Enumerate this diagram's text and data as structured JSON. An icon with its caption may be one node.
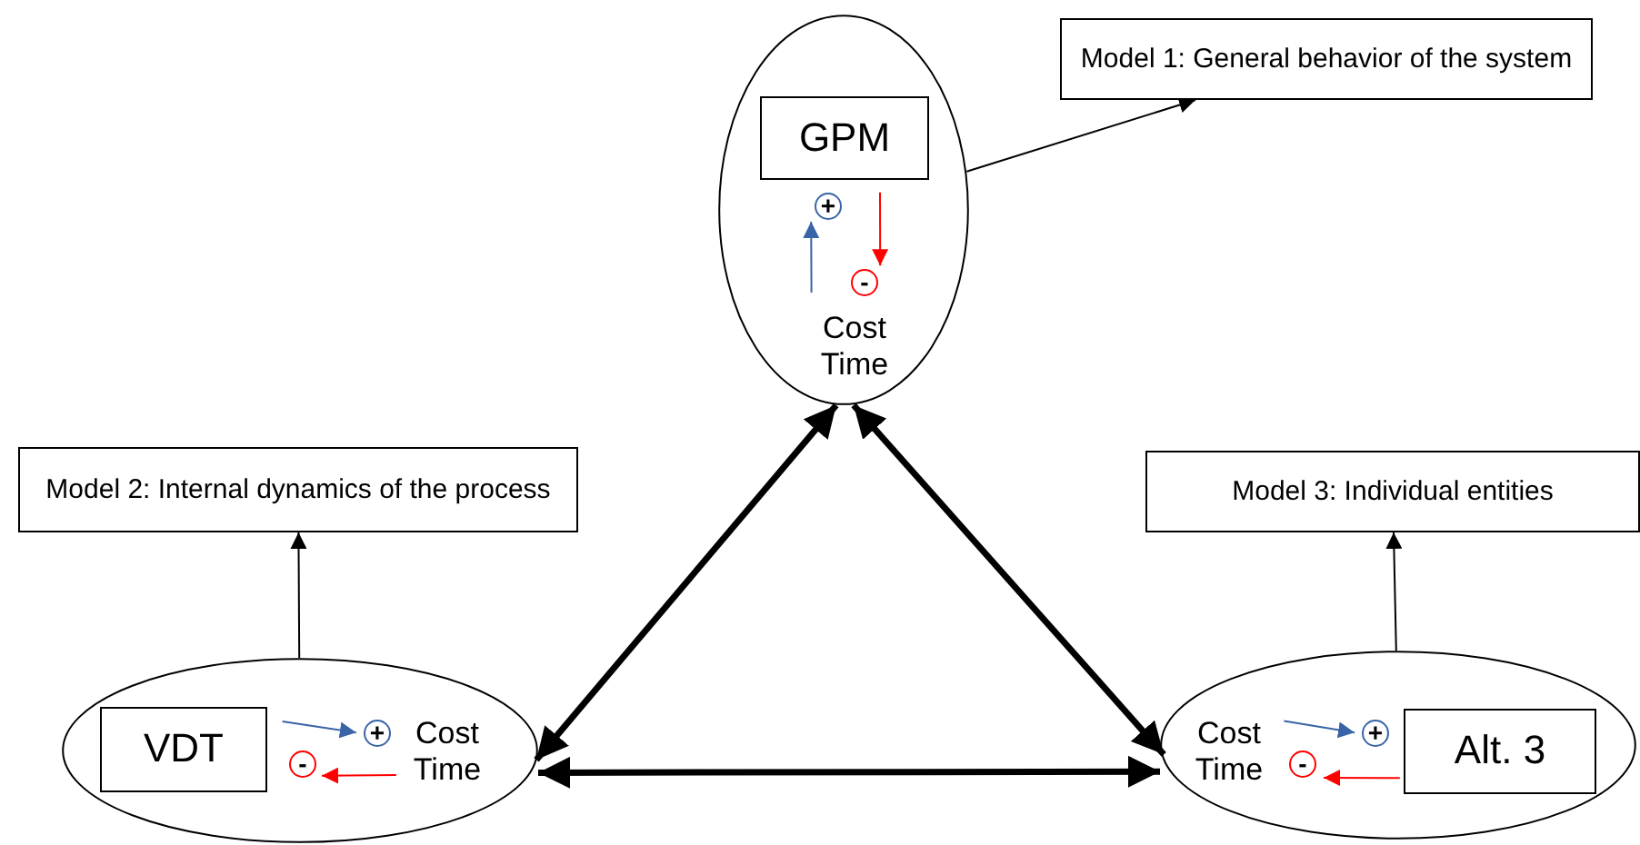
{
  "diagram": {
    "nodes": [
      {
        "text": [],
        "shape": "ellipse"
      },
      {
        "text": [
          "GPM"
        ],
        "in": 0
      },
      {
        "text": [
          "+"
        ],
        "in": 0
      },
      {
        "text": [
          "-"
        ],
        "in": 0
      },
      {
        "text": [
          "Cost Time"
        ],
        "in": 0
      },
      {
        "text": [
          "Model 1: General behavior of the system"
        ]
      },
      {
        "text": [],
        "shape": "ellipse"
      },
      {
        "text": [
          "VDT"
        ],
        "in": 6
      },
      {
        "text": [
          "+"
        ],
        "in": 6
      },
      {
        "text": [
          "-"
        ],
        "in": 6
      },
      {
        "text": [
          "Cost Time"
        ],
        "in": 6
      },
      {
        "text": [
          "Model 2: Internal dynamics of the process"
        ]
      },
      {
        "text": [],
        "shape": "ellipse"
      },
      {
        "text": [
          "Cost Time"
        ],
        "in": 12
      },
      {
        "text": [
          "+"
        ],
        "in": 12
      },
      {
        "text": [
          "-"
        ],
        "in": 12
      },
      {
        "text": [
          "Alt. 3"
        ],
        "in": 12
      },
      {
        "text": [
          "Model 3: Individual entities"
        ]
      }
    ],
    "edges": [
      {
        "from": 4,
        "to": 2,
        "arrow": "to",
        "color": "#3a64a8"
      },
      {
        "from": 1,
        "to": 3,
        "arrow": "to",
        "color": "#ff0000"
      },
      {
        "from": 7,
        "to": 8,
        "arrow": "to",
        "color": "#3a64a8"
      },
      {
        "from": 10,
        "to": 9,
        "arrow": "to",
        "color": "#ff0000"
      },
      {
        "from": 13,
        "to": 14,
        "arrow": "to",
        "color": "#3a64a8"
      },
      {
        "from": 16,
        "to": 15,
        "arrow": "to",
        "color": "#ff0000"
      },
      {
        "from": 0,
        "to": 5,
        "arrow": "to"
      },
      {
        "from": 6,
        "to": 11,
        "arrow": "to"
      },
      {
        "from": 12,
        "to": 17,
        "arrow": "to"
      },
      {
        "from": 0,
        "to": 6,
        "arrow": "both",
        "style": "thick"
      },
      {
        "from": 0,
        "to": 12,
        "arrow": "both",
        "style": "thick"
      },
      {
        "from": 6,
        "to": 12,
        "arrow": "both",
        "style": "thick"
      }
    ]
  }
}
